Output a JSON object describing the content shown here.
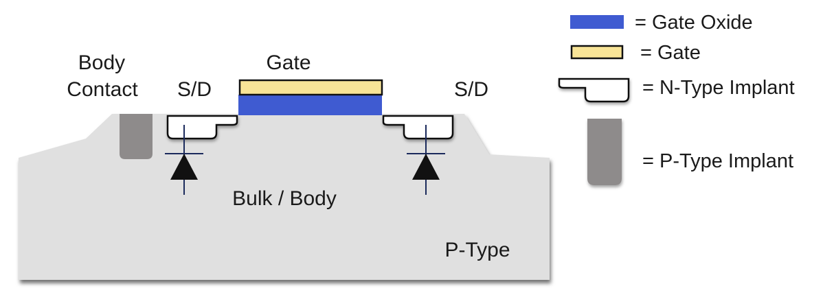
{
  "labels": {
    "body_contact_line1": "Body",
    "body_contact_line2": "Contact",
    "sd_left": "S/D",
    "gate": "Gate",
    "sd_right": "S/D",
    "bulk": "Bulk / Body",
    "substrate_type": "P-Type"
  },
  "legend": {
    "gate_oxide": "= Gate Oxide",
    "gate": "= Gate",
    "n_implant": "= N-Type Implant",
    "p_implant": "= P-Type Implant"
  },
  "colors": {
    "substrate": "#e0e0e0",
    "gate_oxide": "#3f5bd1",
    "gate": "#f8e497",
    "n_implant": "#ffffff",
    "p_implant": "#8e8b8b",
    "diode_line": "#1b2a5c",
    "diode_fill": "#111111"
  },
  "icons": {
    "diode_left": "diode-symbol",
    "diode_right": "diode-symbol"
  }
}
